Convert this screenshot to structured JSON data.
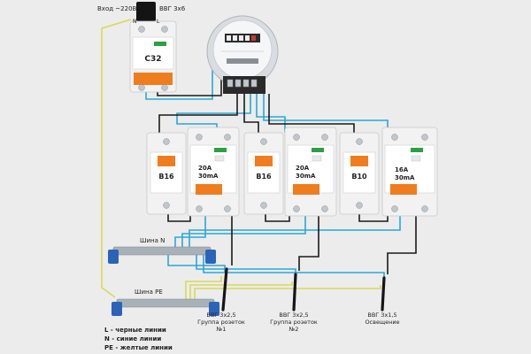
{
  "header": {
    "input_label": "Вход ~220В",
    "cable_label": "ВВГ 3х6",
    "input_n": "N",
    "input_l": "L"
  },
  "main_breaker": {
    "label": "C32"
  },
  "breakers": [
    {
      "label": "B16"
    },
    {
      "label": "B16"
    },
    {
      "label": "B10"
    }
  ],
  "rcds": [
    {
      "rating": "20A",
      "current": "30mA"
    },
    {
      "rating": "20A",
      "current": "30mA"
    },
    {
      "rating": "16A",
      "current": "30mA"
    }
  ],
  "buses": {
    "n_label": "Шина N",
    "pe_label": "Шина PE"
  },
  "cables": [
    {
      "line1": "ВВГ 3х2,5",
      "line2": "Группа розеток",
      "line3": "№1"
    },
    {
      "line1": "ВВГ 3х2,5",
      "line2": "Группа розеток",
      "line3": "№2"
    },
    {
      "line1": "ВВГ 3х1,5",
      "line2": "Освещение",
      "line3": ""
    }
  ],
  "legend": [
    {
      "text": "L - черные линии"
    },
    {
      "text": "N - синие линии"
    },
    {
      "text": "PE - желтые линии"
    }
  ],
  "colors": {
    "live": "#1a1a1a",
    "neutral": "#2aa7d6",
    "ground": "#d8d95a",
    "toggle": "#ef7d1d",
    "background": "#ececec"
  }
}
